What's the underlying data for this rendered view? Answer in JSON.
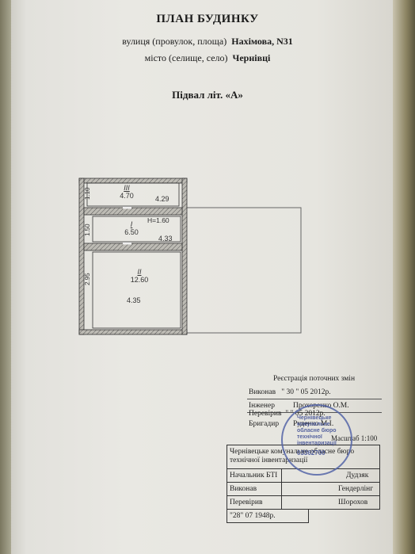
{
  "title": "ПЛАН БУДИНКУ",
  "address": {
    "street_label": "вулиця (провулок, площа)",
    "street_value": "Нахімова, N31",
    "city_label": "місто (селище, село)",
    "city_value": "Чернівці"
  },
  "section": "Підвал літ. «А»",
  "plan": {
    "rooms": [
      {
        "number": "III",
        "area": "4.70",
        "width": "4.29",
        "height": "1.10"
      },
      {
        "number": "I",
        "area": "6.50",
        "width": "4.33",
        "height": "1.50",
        "note": "Н=1.60"
      },
      {
        "number": "II",
        "area": "12.60",
        "width": "4.35",
        "height": "2.95"
      }
    ]
  },
  "registration": {
    "heading": "Реєстрація поточних змін",
    "rows": [
      {
        "label": "Виконав",
        "value": "\"  30  \"          05          2012р."
      },
      {
        "label": "Інженер",
        "value": "Прохоренко О.М."
      },
      {
        "label": "Перевірив",
        "value": "\"         \"          05        2012р."
      },
      {
        "label": "Бригадир",
        "value": "Руденко М.І."
      }
    ]
  },
  "scale": "Масштаб 1:100",
  "table": {
    "rows": [
      {
        "label": "Чернівецьке комунальне обласне бюро технічної інвентаризації",
        "value": ""
      },
      {
        "label": "Начальник БТІ",
        "value": "Дудзяк"
      },
      {
        "label": "Виконав",
        "value": "Гендерлінг"
      },
      {
        "label": "Перевірив",
        "value": "Шорохов"
      },
      {
        "label": "\"28\"  07  1948р.",
        "value": ""
      }
    ]
  },
  "stamp": {
    "lines": [
      "Чернівецьке",
      "комунальне",
      "обласне бюро",
      "технічної",
      "інвентаризації",
      "03362700"
    ]
  }
}
